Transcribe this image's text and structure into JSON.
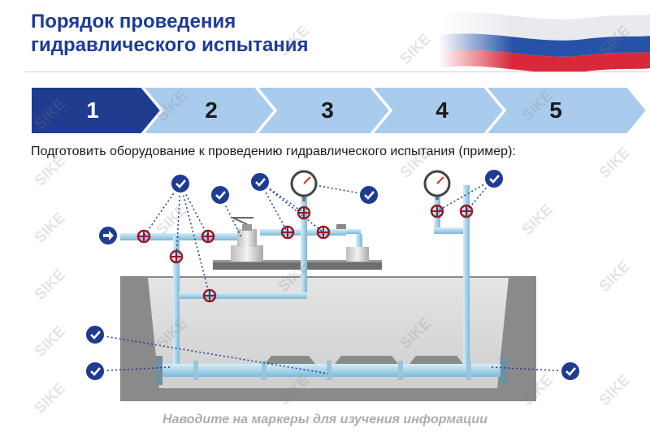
{
  "title_line1": "Порядок проведения",
  "title_line2": "гидравлического испытания",
  "steps": [
    {
      "label": "1",
      "active": true
    },
    {
      "label": "2",
      "active": false
    },
    {
      "label": "3",
      "active": false
    },
    {
      "label": "4",
      "active": false
    },
    {
      "label": "5",
      "active": false
    }
  ],
  "instruction": "Подготовить оборудование к проведению гидравлического испытания (пример):",
  "hint": "Наводите на маркеры для изучения информации",
  "watermark": "SIKE",
  "colors": {
    "title": "#1f3c8f",
    "step_active": "#1f3c8f",
    "step_inactive": "#a9cbec",
    "marker": "#1f3c8f",
    "valve": "#8e1c2b",
    "pipe": "#a8d3ea",
    "pit": "#8a8a8a"
  },
  "icons": {
    "marker": "check-circle-icon",
    "inlet": "arrow-right-circle-icon",
    "valve": "valve-handwheel-icon",
    "gauge": "pressure-gauge-icon"
  }
}
